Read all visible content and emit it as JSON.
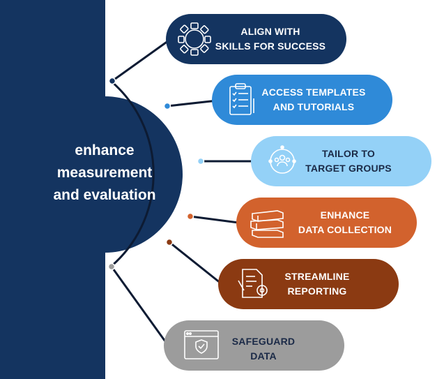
{
  "center": {
    "line1": "enhance",
    "line2": "measurement",
    "line3": "and evaluation"
  },
  "items": [
    {
      "line1": "ALIGN WITH",
      "line2": "SKILLS FOR SUCCESS",
      "color": "#143460",
      "icon": "gear-network-icon"
    },
    {
      "line1": "ACCESS TEMPLATES",
      "line2": "AND TUTORIALS",
      "color": "#2f8ad8",
      "icon": "clipboard-checklist-icon"
    },
    {
      "line1": "TAILOR TO",
      "line2": "TARGET GROUPS",
      "color": "#94d1f7",
      "icon": "people-group-icon"
    },
    {
      "line1": "ENHANCE",
      "line2": "DATA COLLECTION",
      "color": "#d2622d",
      "icon": "stacked-books-icon"
    },
    {
      "line1": "STREAMLINE",
      "line2": "REPORTING",
      "color": "#8b3a12",
      "icon": "report-gear-icon"
    },
    {
      "line1": "SAFEGUARD",
      "line2": "DATA",
      "color": "#9c9c9c",
      "icon": "browser-shield-icon"
    }
  ],
  "colors": {
    "navy": "#143460",
    "connector": "#0d1b33"
  }
}
